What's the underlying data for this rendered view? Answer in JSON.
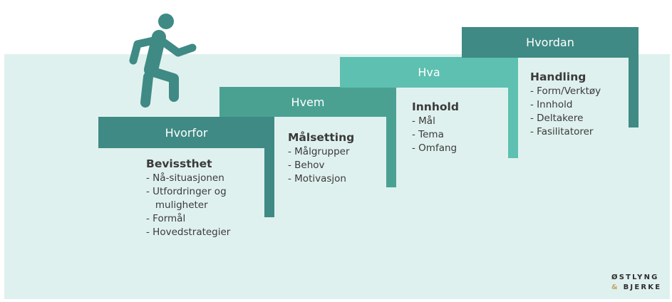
{
  "colors": {
    "background_panel": "#dff1ee",
    "step1": "#3f8a84",
    "step2": "#4aa192",
    "step3": "#5dc0b0",
    "step4": "#3f8a84",
    "runner": "#3f8a84",
    "text": "#3a3a3a"
  },
  "runner": {
    "icon": "running-person-icon"
  },
  "steps": [
    {
      "label": "Hvorfor",
      "heading": "Bevissthet",
      "items": [
        "- Nå-situasjonen",
        "- Utfordringer og",
        "   muligheter",
        "- Formål",
        "- Hovedstrategier"
      ]
    },
    {
      "label": "Hvem",
      "heading": "Målsetting",
      "items": [
        "- Målgrupper",
        "- Behov",
        "- Motivasjon"
      ]
    },
    {
      "label": "Hva",
      "heading": "Innhold",
      "items": [
        "- Mål",
        "- Tema",
        "- Omfang"
      ]
    },
    {
      "label": "Hvordan",
      "heading": "Handling",
      "items": [
        "- Form/Verktøy",
        "- Innhold",
        "- Deltakere",
        "- Fasilitatorer"
      ]
    }
  ],
  "logo": {
    "line1": "ØSTLYNG",
    "amp": "&",
    "line2": "BJERKE"
  }
}
